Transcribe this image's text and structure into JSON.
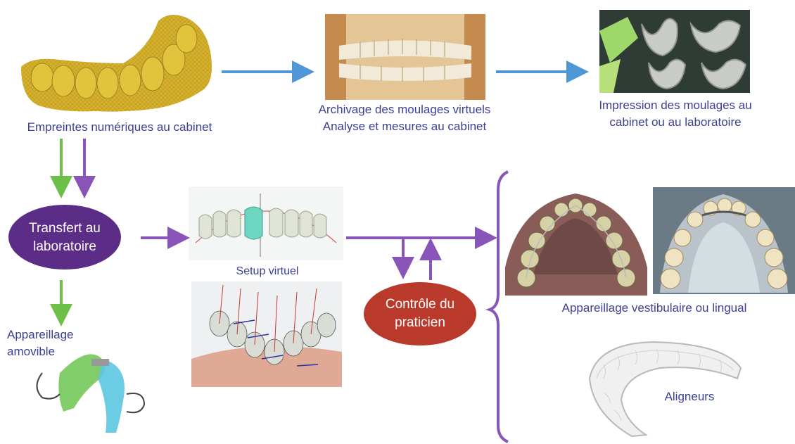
{
  "labels": {
    "empreintes": "Empreintes numériques au cabinet",
    "archivage_line1": "Archivage des moulages virtuels",
    "archivage_line2": "Analyse et mesures au cabinet",
    "impression_line1": "Impression des moulages au",
    "impression_line2": "cabinet ou au laboratoire",
    "setup": "Setup virtuel",
    "amovible_line1": "Appareillage",
    "amovible_line2": "amovible",
    "vestibulaire": "Appareillage vestibulaire ou lingual",
    "aligneurs": "Aligneurs"
  },
  "nodes": {
    "transfert_line1": "Transfert au",
    "transfert_line2": "laboratoire",
    "controle_line1": "Contrôle du",
    "controle_line2": "praticien"
  },
  "colors": {
    "text": "#3b3f93",
    "blue_arrow": "#4f97d6",
    "green_arrow": "#6cc04a",
    "purple_arrow": "#8a55b8",
    "transfert_fill": "#5b2d86",
    "controle_fill": "#b93a2a"
  }
}
